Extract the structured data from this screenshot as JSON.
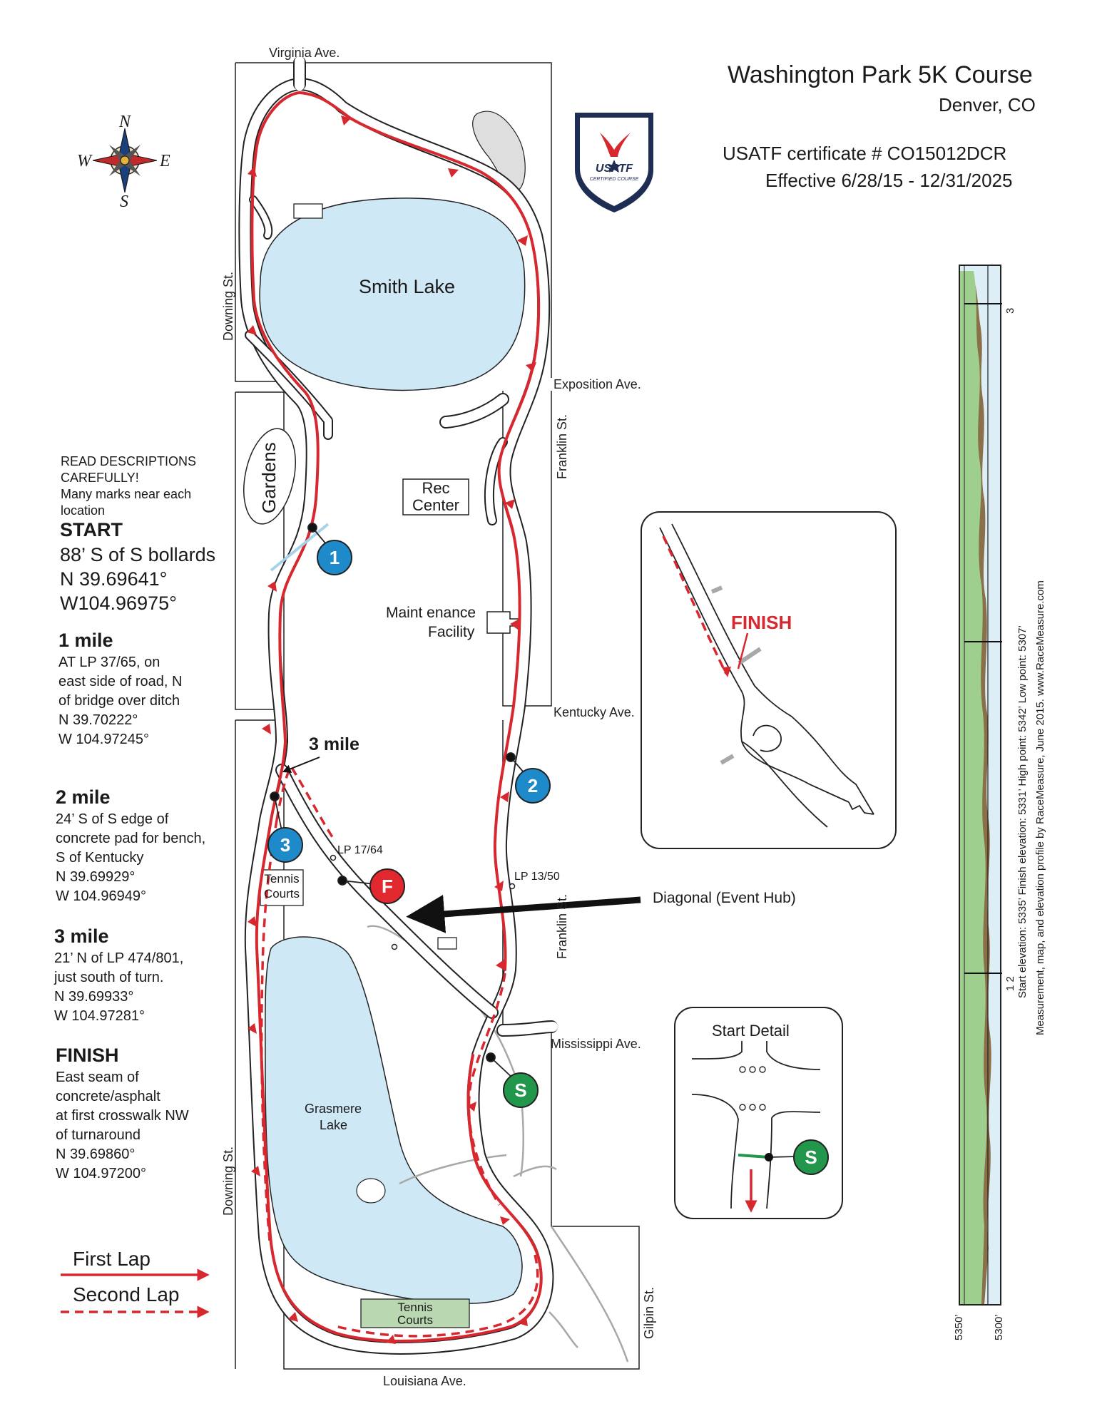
{
  "header": {
    "title": "Washington Park 5K Course",
    "location": "Denver, CO",
    "certificate": "USATF certificate # CO15012DCR",
    "effective": "Effective 6/28/15 - 12/31/2025"
  },
  "logo": {
    "text": "USATF",
    "subtext": "CERTIFIED COURSE"
  },
  "compass": {
    "n": "N",
    "s": "S",
    "e": "E",
    "w": "W"
  },
  "streets": {
    "virginia": "Virginia Ave.",
    "downing_north": "Downing St.",
    "downing_south": "Downing St.",
    "exposition": "Exposition Ave.",
    "franklin_north": "Franklin St.",
    "franklin_south": "Franklin St.",
    "kentucky": "Kentucky Ave.",
    "mississippi": "Mississippi Ave.",
    "gilpin": "Gilpin St.",
    "louisiana": "Louisiana Ave."
  },
  "features": {
    "smith_lake": "Smith Lake",
    "gardens": "Gardens",
    "rec_center": "Rec Center",
    "maintenance_1": "Maint enance",
    "maintenance_2": "Facility",
    "tennis_north": "Tennis Courts",
    "tennis_south": "Tennis Courts",
    "grasmere_1": "Grasmere",
    "grasmere_2": "Lake",
    "event_hub": "Diagonal (Event Hub)",
    "lp_17": "LP 17/64",
    "lp_13": "LP 13/50",
    "three_mile_label": "3 mile"
  },
  "markers": {
    "m1": "1",
    "m2": "2",
    "m3": "3",
    "finish": "F",
    "start": "S"
  },
  "descriptions": {
    "warning_1": "READ DESCRIPTIONS",
    "warning_2": "CAREFULLY!",
    "warning_3": "Many marks near each",
    "warning_4": "location",
    "start_head": "START",
    "start_1": "88’ S of S bollards",
    "start_2": "N 39.69641°",
    "start_3": "W104.96975°",
    "mile1_head": "1 mile",
    "mile1_1": "AT LP 37/65, on",
    "mile1_2": "east side of road, N",
    "mile1_3": "of bridge over ditch",
    "mile1_4": "N 39.70222°",
    "mile1_5": "W 104.97245°",
    "mile2_head": "2 mile",
    "mile2_1": "24’ S of S edge of",
    "mile2_2": "concrete pad for bench,",
    "mile2_3": "S of Kentucky",
    "mile2_4": "N 39.69929°",
    "mile2_5": "W 104.96949°",
    "mile3_head": "3 mile",
    "mile3_1": "21’ N of LP 474/801,",
    "mile3_2": "just south of turn.",
    "mile3_3": "N 39.69933°",
    "mile3_4": "W 104.97281°",
    "finish_head": "FINISH",
    "finish_1": "East seam of",
    "finish_2": "concrete/asphalt",
    "finish_3": "at first crosswalk NW",
    "finish_4": "of turnaround",
    "finish_5": "N 39.69860°",
    "finish_6": "W 104.97200°"
  },
  "legend": {
    "first_lap": "First Lap",
    "second_lap": "Second Lap"
  },
  "insets": {
    "finish_label": "FINISH",
    "start_detail": "Start Detail",
    "start_marker": "S"
  },
  "elevation": {
    "line1": "Start elevation: 5335’ Finish elevation: 5331’ High point: 5342’ Low point: 5307’",
    "line2": "Measurement, map, and elevation profile by RaceMeasure, June 2015. www.RaceMeasure.com",
    "mile_3": "3",
    "mile_12": "1    2",
    "axis_5350": "5350’",
    "axis_5300": "5300’"
  },
  "colors": {
    "route": "#d7282f",
    "water": "#cfe8f6",
    "marker_blue": "#1f8ac9",
    "marker_green": "#22964a"
  }
}
